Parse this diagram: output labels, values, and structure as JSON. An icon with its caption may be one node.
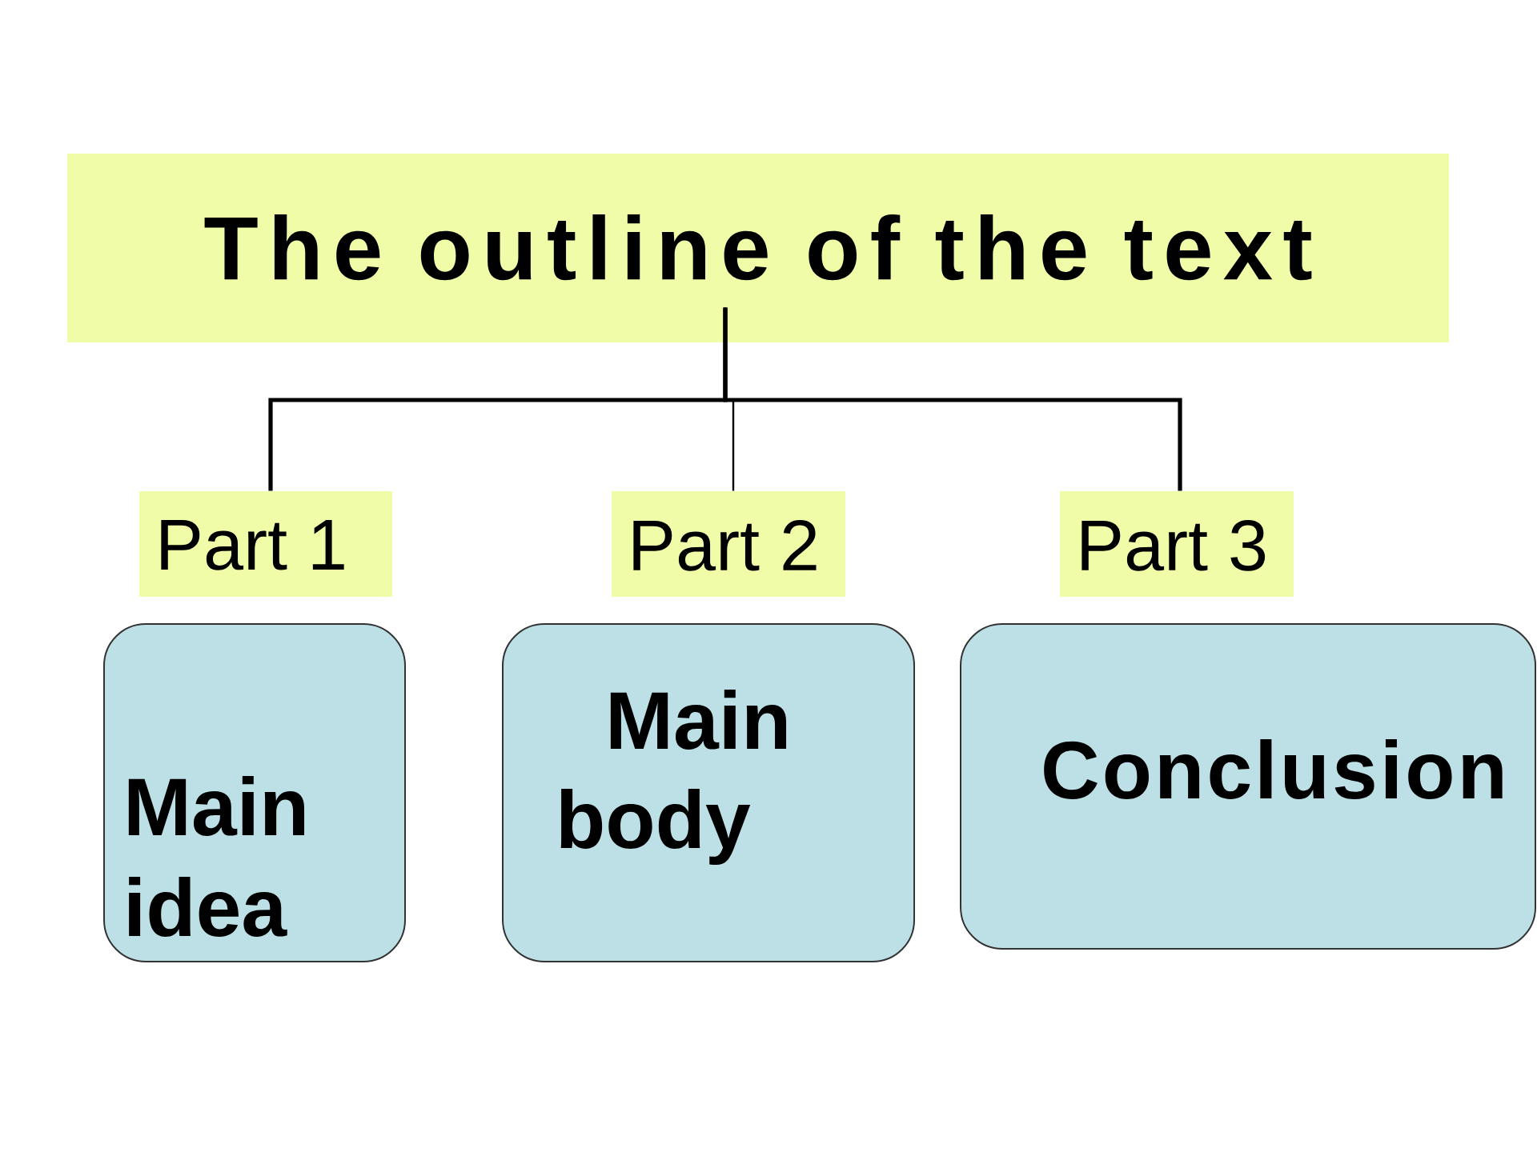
{
  "diagram": {
    "nodes": [
      {
        "text": [
          "The outline of the text"
        ]
      },
      {
        "text": [
          "Part 1"
        ]
      },
      {
        "text": [
          "Part 2"
        ]
      },
      {
        "text": [
          "Part 3"
        ]
      },
      {
        "text": [
          "Main idea"
        ]
      },
      {
        "text": [
          "Main body"
        ]
      },
      {
        "text": [
          "Conclusion"
        ]
      }
    ],
    "edges": [
      {
        "from": 0,
        "to": 1,
        "arrow": "none"
      },
      {
        "from": 0,
        "to": 2,
        "arrow": "none"
      },
      {
        "from": 0,
        "to": 3,
        "arrow": "none"
      }
    ]
  }
}
